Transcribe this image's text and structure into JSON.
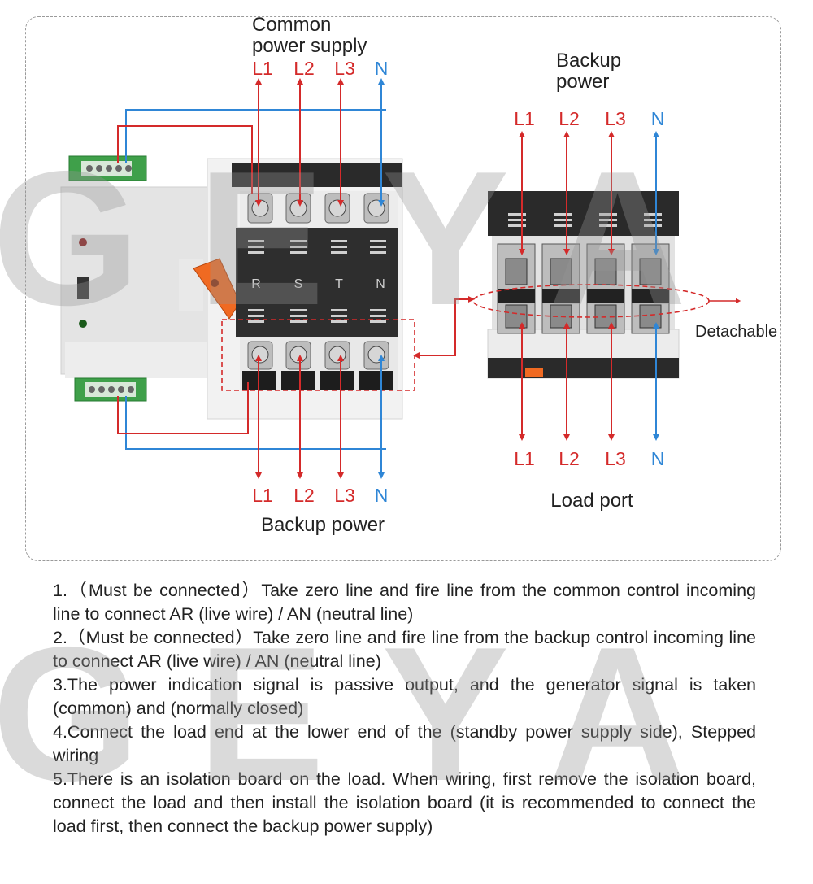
{
  "watermark": "GEYA",
  "diagram": {
    "common_title_1": "Common",
    "common_title_2": "power supply",
    "common_phases": [
      "L1",
      "L2",
      "L3",
      "N"
    ],
    "backup_bottom_phases": [
      "L1",
      "L2",
      "L3",
      "N"
    ],
    "backup_bottom_title": "Backup power",
    "backup_right_title_1": "Backup",
    "backup_right_title_2": "power",
    "backup_right_phases": [
      "L1",
      "L2",
      "L3",
      "N"
    ],
    "load_phases": [
      "L1",
      "L2",
      "L3",
      "N"
    ],
    "load_title": "Load port",
    "detachable_label": "Detachable",
    "switch_markings": [
      "R",
      "S",
      "T",
      "N"
    ]
  },
  "notes": [
    "1.（Must be connected）Take zero line and fire line from the common control incoming line to connect AR (live wire) / AN (neutral line)",
    "2.（Must be connected）Take zero line and fire line from the backup control incoming line to connect AR (live wire) / AN (neutral line)",
    "3.The power indication signal is passive output, and the generator signal is taken (common) and (normally closed)",
    "4.Connect the load end at the lower end of the (standby power supply side), Stepped wiring",
    "5.There is an isolation board on the load. When wiring, first remove the isolation board, connect the load and then install the isolation board (it is recommended to connect the load first, then connect the backup power supply)"
  ],
  "colors": {
    "red": "#d42a2a",
    "blue": "#2f86d6",
    "text": "#222222"
  }
}
